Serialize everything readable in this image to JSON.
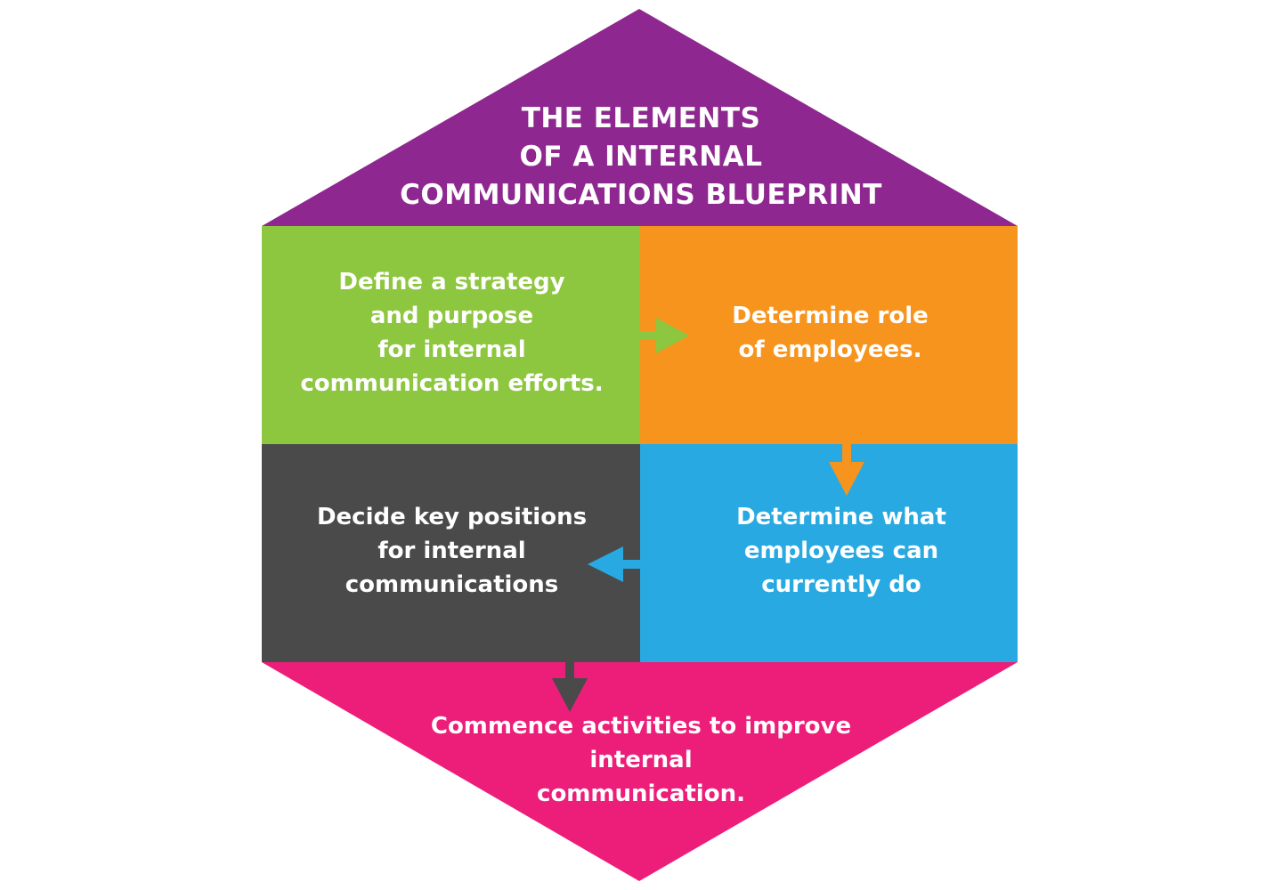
{
  "title": "THE ELEMENTS\nOF A INTERNAL\nCOMMUNICATIONS BLUEPRINT",
  "steps": {
    "define": "Define a strategy\nand purpose\nfor internal\ncommunication efforts.",
    "role": "Determine role\nof employees.",
    "what": "Determine what\nemployees can\ncurrently do",
    "decide": "Decide key positions\nfor internal\ncommunications",
    "commence": "Commence activities to improve\ninternal\ncommunication."
  },
  "colors": {
    "title_band": "#8e278f",
    "define": "#8dc63f",
    "role": "#f7941d",
    "what": "#29a9e1",
    "decide": "#4a4a4a",
    "commence": "#ec1e79",
    "text": "#ffffff"
  },
  "arrows": [
    {
      "from": "define",
      "to": "role",
      "direction": "right",
      "color": "#8dc63f"
    },
    {
      "from": "role",
      "to": "what",
      "direction": "down",
      "color": "#f7941d"
    },
    {
      "from": "what",
      "to": "decide",
      "direction": "left",
      "color": "#29a9e1"
    },
    {
      "from": "decide",
      "to": "commence",
      "direction": "down",
      "color": "#4a4a4a"
    }
  ]
}
